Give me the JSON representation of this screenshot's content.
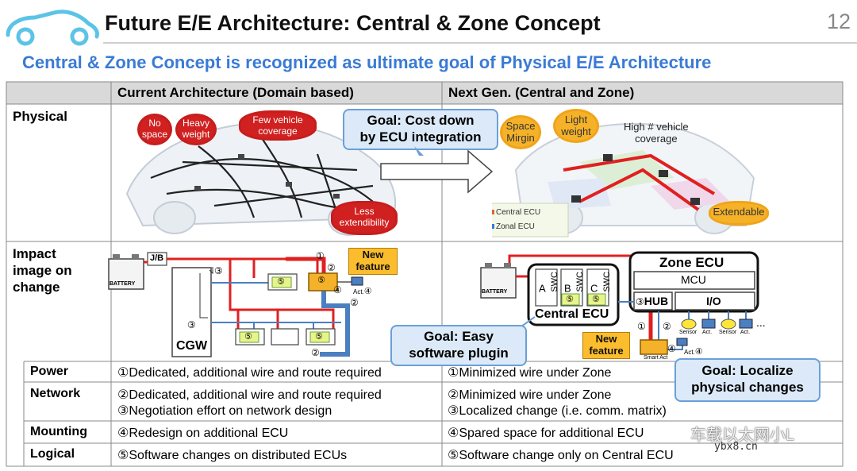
{
  "header": {
    "title": "Future E/E Architecture: Central & Zone Concept",
    "page_number": "12",
    "subtitle": "Central & Zone Concept is recognized as ultimate goal of Physical E/E Architecture"
  },
  "columns": {
    "current": "Current Architecture (Domain based)",
    "next": "Next Gen. (Central and Zone)"
  },
  "rows": {
    "physical": "Physical",
    "impact_line1": "Impact",
    "impact_line2": "image on",
    "impact_line3": "change"
  },
  "physical": {
    "clouds_left": {
      "no_space_1": "No",
      "no_space_2": "space",
      "heavy_1": "Heavy",
      "heavy_2": "weight",
      "few_1": "Few vehicle",
      "few_2": "coverage",
      "less_1": "Less",
      "less_2": "extendibility"
    },
    "clouds_right": {
      "space_1": "Space",
      "space_2": "Mirgin",
      "light_1": "Light",
      "light_2": "weight",
      "high_1": "High # vehicle",
      "high_2": "coverage",
      "extendable": "Extendable"
    },
    "goal_cost_1": "Goal: Cost down",
    "goal_cost_2": "by ECU integration",
    "legend_central": "Central ECU",
    "legend_zonal": "Zonal ECU"
  },
  "impact_left": {
    "jb": "J/B",
    "battery": "BATTERY",
    "cgw": "CGW",
    "new_feature_1": "New",
    "new_feature_2": "feature",
    "act": "Act.",
    "m1": "①",
    "m2": "②",
    "m3": "③",
    "m4": "④",
    "m5": "⑤"
  },
  "impact_right": {
    "battery": "BATTERY",
    "zone_ecu": "Zone ECU",
    "mcu": "MCU",
    "hub": "HUB",
    "io": "I/O",
    "central_ecu": "Central ECU",
    "swc_a": "A",
    "swc_b": "B",
    "swc_c": "C",
    "swc": "SWC",
    "sensor": "Sensor",
    "act": "Act.",
    "ellipsis": "...",
    "new_feature_1": "New",
    "new_feature_2": "feature",
    "smart_act": "Smart Act",
    "goal_easy_1": "Goal: Easy",
    "goal_easy_2": "software plugin",
    "goal_local_1": "Goal: Localize",
    "goal_local_2": "physical changes"
  },
  "compare_rows": [
    {
      "label": "Power",
      "current": [
        "①Dedicated, additional wire and route required"
      ],
      "next": [
        "①Minimized wire under Zone"
      ]
    },
    {
      "label": "Network",
      "current": [
        "②Dedicated, additional wire and route required",
        "③Negotiation effort on network design"
      ],
      "next": [
        "②Minimized wire under Zone",
        "③Localized change (i.e. comm. matrix)"
      ]
    },
    {
      "label": "Mounting",
      "current": [
        "④Redesign on additional ECU"
      ],
      "next": [
        "④Spared space for additional ECU"
      ]
    },
    {
      "label": "Logical",
      "current": [
        "⑤Software changes on distributed ECUs"
      ],
      "next": [
        "⑤Software change only on Central ECU"
      ]
    }
  ],
  "watermark": {
    "text": "车载以太网小L",
    "url": "ybx8.cn"
  },
  "colors": {
    "accent_blue": "#3a7bd5",
    "power_red": "#e02020",
    "network_blue": "#4a7fc0",
    "feature_orange": "#fbbd2d",
    "goal_fill": "#dce9f8"
  }
}
